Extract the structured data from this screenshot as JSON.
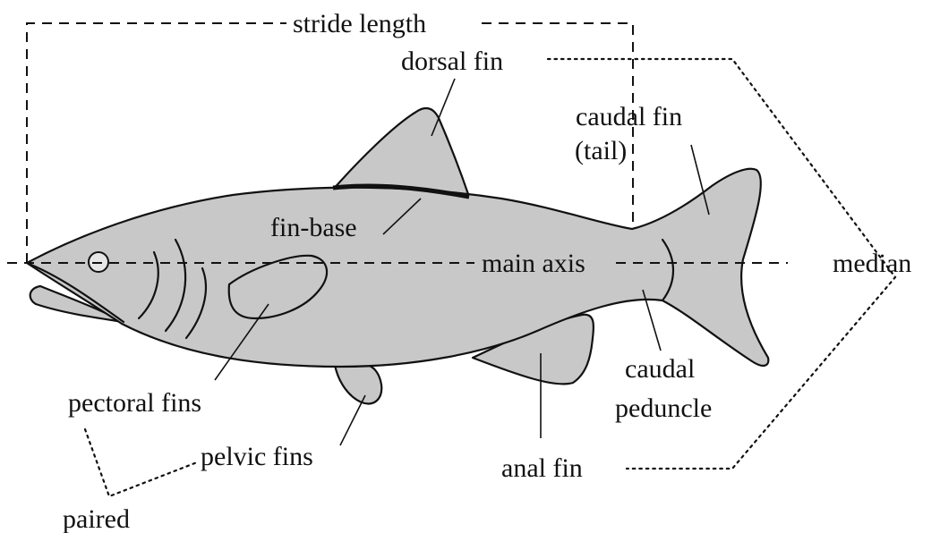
{
  "labels": {
    "stride_length": "stride length",
    "dorsal_fin": "dorsal fin",
    "caudal_fin": "caudal fin",
    "tail": "(tail)",
    "fin_base": "fin-base",
    "main_axis": "main axis",
    "median": "median",
    "pectoral_fins": "pectoral fins",
    "pelvic_fins": "pelvic fins",
    "paired": "paired",
    "caudal": "caudal",
    "peduncle": "peduncle",
    "anal_fin": "anal fin"
  },
  "colors": {
    "fish_fill": "#c8c8c8",
    "outline": "#111111",
    "eye_fill": "#e6e6e6"
  }
}
